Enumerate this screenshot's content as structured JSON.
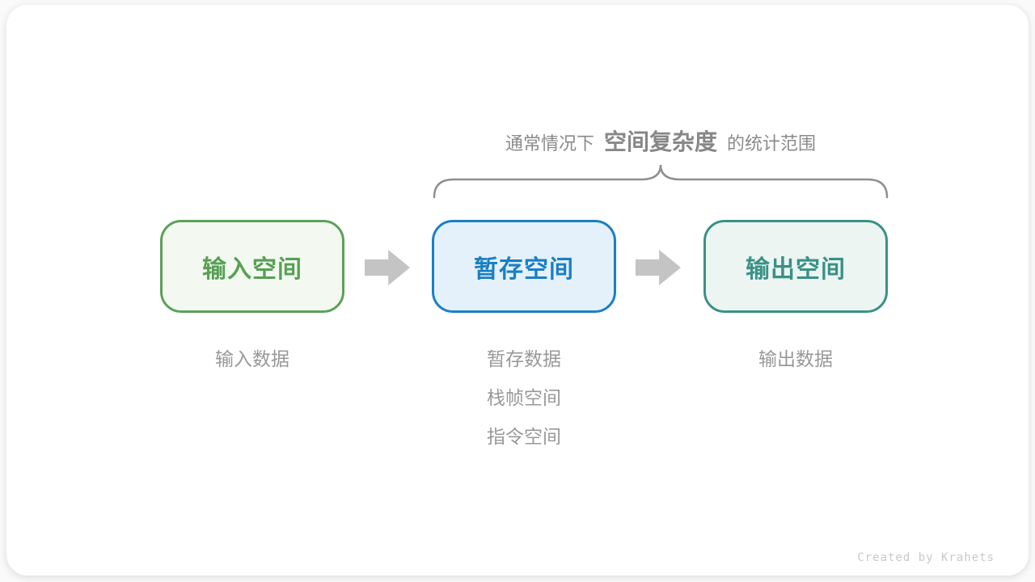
{
  "annotation": {
    "prefix": "通常情况下",
    "highlight": "空间复杂度",
    "suffix": "的统计范围"
  },
  "boxes": {
    "input": {
      "label": "输入空间"
    },
    "temp": {
      "label": "暂存空间"
    },
    "output": {
      "label": "输出空间"
    }
  },
  "notes": {
    "input": [
      "输入数据"
    ],
    "temp": [
      "暂存数据",
      "栈帧空间",
      "指令空间"
    ],
    "output": [
      "输出数据"
    ]
  },
  "icons": {
    "arrow_1": "arrow-right-icon",
    "arrow_2": "arrow-right-icon",
    "brace": "curly-brace-icon"
  },
  "colors": {
    "input_border": "#5ba158",
    "input_bg": "#f3f9f1",
    "temp_border": "#1b7fc3",
    "temp_bg": "#e4f1fb",
    "output_border": "#3a9186",
    "output_bg": "#ecf5f2",
    "arrow": "#c4c4c4",
    "annotation_text": "#8a8a8a",
    "note_text": "#999999",
    "credit_text": "#c9c9c9"
  },
  "credit": "Created by Krahets"
}
